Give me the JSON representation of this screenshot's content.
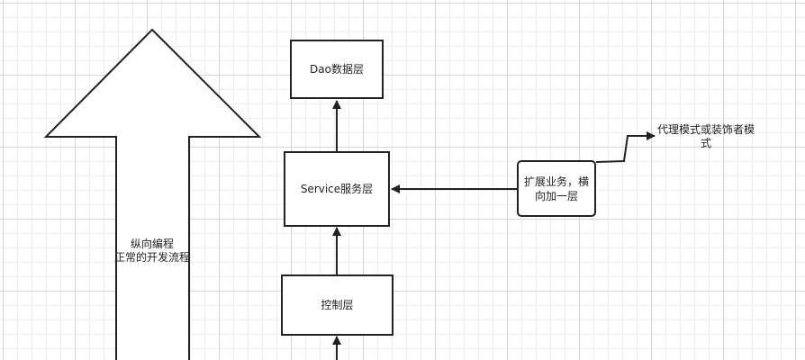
{
  "diagram": {
    "big_arrow_label_line1": "纵向编程",
    "big_arrow_label_line2": "正常的开发流程",
    "dao_layer": "Dao数据层",
    "service_layer": "Service服务层",
    "control_layer": "控制层",
    "extend_box": "扩展业务，横向加一层",
    "proxy_note": "代理模式或装饰者模式"
  },
  "colors": {
    "stroke": "#222222",
    "grid_major": "#d4d4d4",
    "grid_minor": "#eeeeee",
    "background": "#ffffff"
  }
}
